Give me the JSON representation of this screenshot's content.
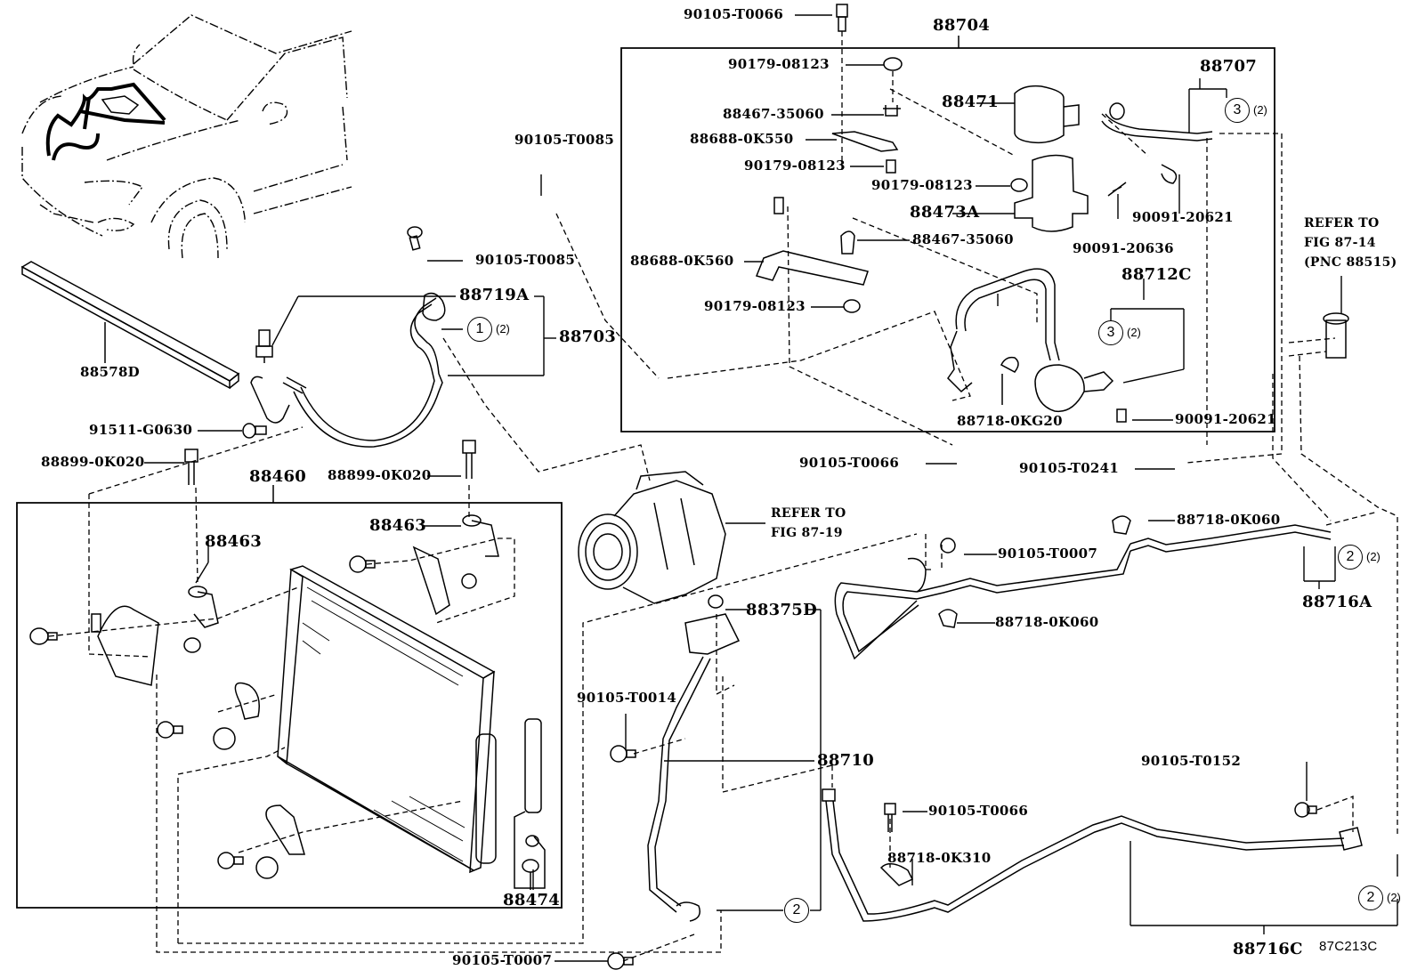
{
  "diagram": {
    "figure_id": "87C213C",
    "groups": {
      "g88704": "88704",
      "g88460": "88460",
      "g88703": "88703",
      "g88707": "88707",
      "g88712C": "88712C",
      "g88716A": "88716A",
      "g88716C": "88716C",
      "g88710": "88710"
    },
    "labels": {
      "p90105_T0066_top": "90105-T0066",
      "p90179_08123_a": "90179-08123",
      "p88467_35060_a": "88467-35060",
      "p88688_0K550": "88688-0K550",
      "p90179_08123_b": "90179-08123",
      "p90179_08123_c": "90179-08123",
      "p88471": "88471",
      "p88473A": "88473A",
      "p90091_20621_a": "90091-20621",
      "p90091_20636": "90091-20636",
      "p88467_35060_b": "88467-35060",
      "p88688_0K560": "88688-0K560",
      "p90179_08123_d": "90179-08123",
      "p88718_0KG20": "88718-0KG20",
      "p90091_20621_b": "90091-20621",
      "p90105_T0085_a": "90105-T0085",
      "p90105_T0085_b": "90105-T0085",
      "p88719A": "88719A",
      "p88578D": "88578D",
      "p91511_G0630": "91511-G0630",
      "p88899_0K020_a": "88899-0K020",
      "p88899_0K020_b": "88899-0K020",
      "p88463_a": "88463",
      "p88463_b": "88463",
      "p88474": "88474",
      "p90105_T0066_mid": "90105-T0066",
      "p90105_T0241": "90105-T0241",
      "p88718_0K060_a": "88718-0K060",
      "p90105_T0007_a": "90105-T0007",
      "p88718_0K060_b": "88718-0K060",
      "p88375D": "88375D",
      "p90105_T0014": "90105-T0014",
      "p90105_T0066_low": "90105-T0066",
      "p88718_0K310": "88718-0K310",
      "p90105_T0152": "90105-T0152",
      "p90105_T0007_b": "90105-T0007"
    },
    "references": {
      "fig_87_14": "REFER TO\nFIG 87-14\n(PNC 88515)",
      "fig_87_19": "REFER TO\nFIG 87-19"
    },
    "callouts": [
      {
        "id": "c1",
        "number": "1",
        "qty": "(2)"
      },
      {
        "id": "c3a",
        "number": "3",
        "qty": "(2)"
      },
      {
        "id": "c3b",
        "number": "3",
        "qty": "(2)"
      },
      {
        "id": "c2a",
        "number": "2",
        "qty": "(2)"
      },
      {
        "id": "c2b",
        "number": "2",
        "qty": ""
      },
      {
        "id": "c2c",
        "number": "2",
        "qty": "(2)"
      }
    ]
  }
}
